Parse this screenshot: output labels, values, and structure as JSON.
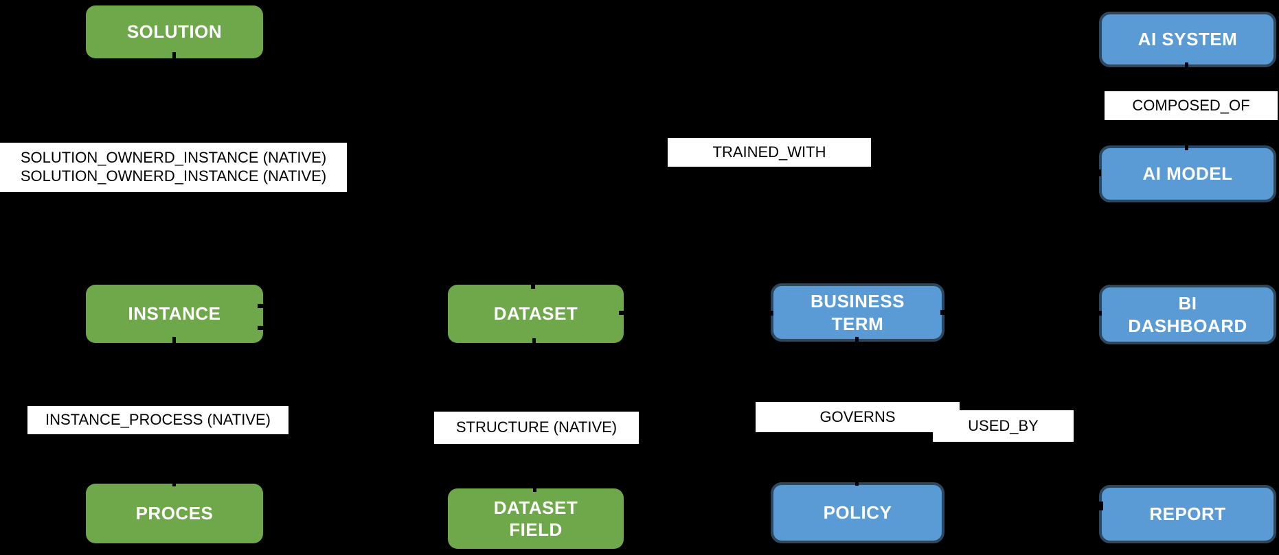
{
  "diagram": {
    "title": "metadata-model-graph",
    "background_color": "#000000",
    "colors": {
      "green_node_fill": "#6FA84A",
      "blue_node_fill": "#5B9BD5",
      "blue_node_border": "#2C485E",
      "node_text": "#FFFFFF",
      "edge_label_bg": "#FFFFFF",
      "edge_label_text": "#000000"
    },
    "nodes": [
      {
        "id": "solution",
        "label": "SOLUTION",
        "color": "green"
      },
      {
        "id": "ai-system",
        "label": "AI SYSTEM",
        "color": "blue"
      },
      {
        "id": "ai-model",
        "label": "AI MODEL",
        "color": "blue"
      },
      {
        "id": "instance",
        "label": "INSTANCE",
        "color": "green"
      },
      {
        "id": "dataset",
        "label": "DATASET",
        "color": "green"
      },
      {
        "id": "business-term",
        "label": "BUSINESS\nTERM",
        "color": "blue"
      },
      {
        "id": "bi-dashboard",
        "label": "BI\nDASHBOARD",
        "color": "blue"
      },
      {
        "id": "proces",
        "label": "PROCES",
        "color": "green"
      },
      {
        "id": "dataset-field",
        "label": "DATASET\nFIELD",
        "color": "green"
      },
      {
        "id": "policy",
        "label": "POLICY",
        "color": "blue"
      },
      {
        "id": "report",
        "label": "REPORT",
        "color": "blue"
      }
    ],
    "edge_labels": [
      {
        "id": "solution-owned-instance",
        "text": "SOLUTION_OWNERD_INSTANCE (NATIVE)\nSOLUTION_OWNERD_INSTANCE (NATIVE)"
      },
      {
        "id": "trained-with",
        "text": "TRAINED_WITH"
      },
      {
        "id": "composed-of",
        "text": "COMPOSED_OF"
      },
      {
        "id": "instance-process",
        "text": "INSTANCE_PROCESS (NATIVE)"
      },
      {
        "id": "structure",
        "text": "STRUCTURE (NATIVE)"
      },
      {
        "id": "governs",
        "text": "GOVERNS"
      },
      {
        "id": "used-by",
        "text": "USED_BY"
      }
    ]
  }
}
